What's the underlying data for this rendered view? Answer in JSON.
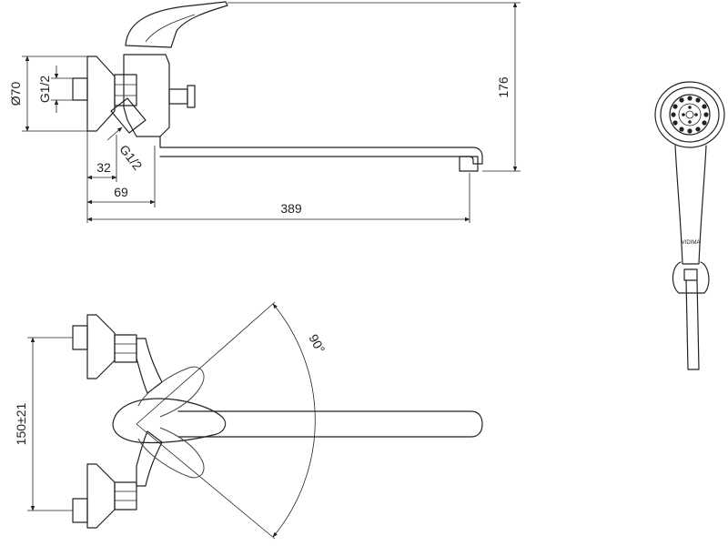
{
  "dimensions": {
    "flange_diameter": "Ø70",
    "inlet_thread_top": "G1/2",
    "inlet_thread_bottom": "G1/2",
    "dim_32": "32",
    "dim_69": "69",
    "dim_389": "389",
    "dim_176": "176",
    "dim_150": "150±21",
    "swivel_angle": "90°"
  },
  "shower_head": {
    "brand": "VIDIMA"
  },
  "colors": {
    "line": "#222222",
    "background": "#ffffff"
  }
}
